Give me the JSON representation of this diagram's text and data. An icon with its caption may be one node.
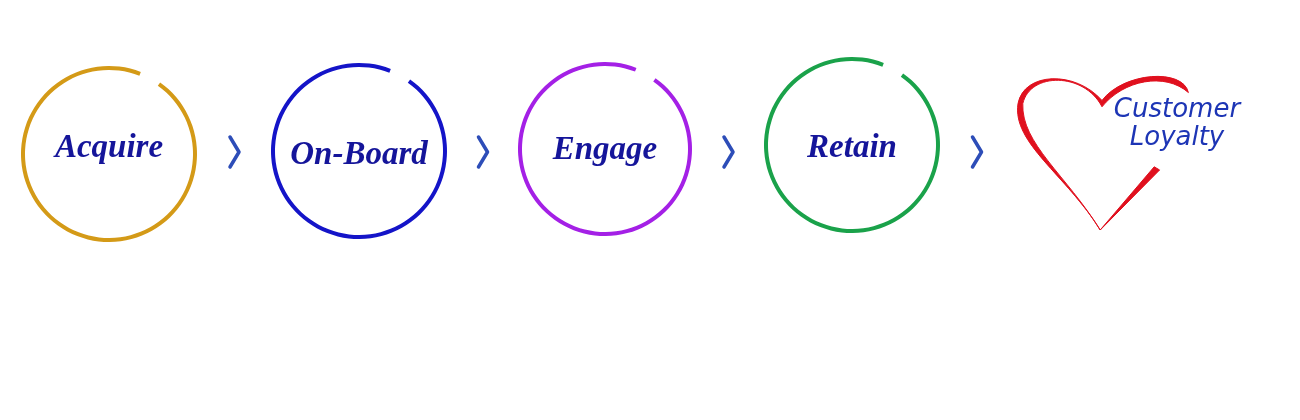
{
  "diagram": {
    "nodes": [
      {
        "text": [
          "Acquire"
        ]
      },
      {
        "text": [
          "On-Board"
        ]
      },
      {
        "text": [
          "Engage"
        ]
      },
      {
        "text": [
          "Retain"
        ]
      },
      {
        "text": [
          "Customer Loyalty"
        ]
      }
    ],
    "edges": [
      {
        "from": 0,
        "to": 1,
        "arrow": "to"
      },
      {
        "from": 1,
        "to": 2,
        "arrow": "to"
      },
      {
        "from": 2,
        "to": 3,
        "arrow": "to"
      },
      {
        "from": 3,
        "to": 4,
        "arrow": "to"
      }
    ]
  }
}
